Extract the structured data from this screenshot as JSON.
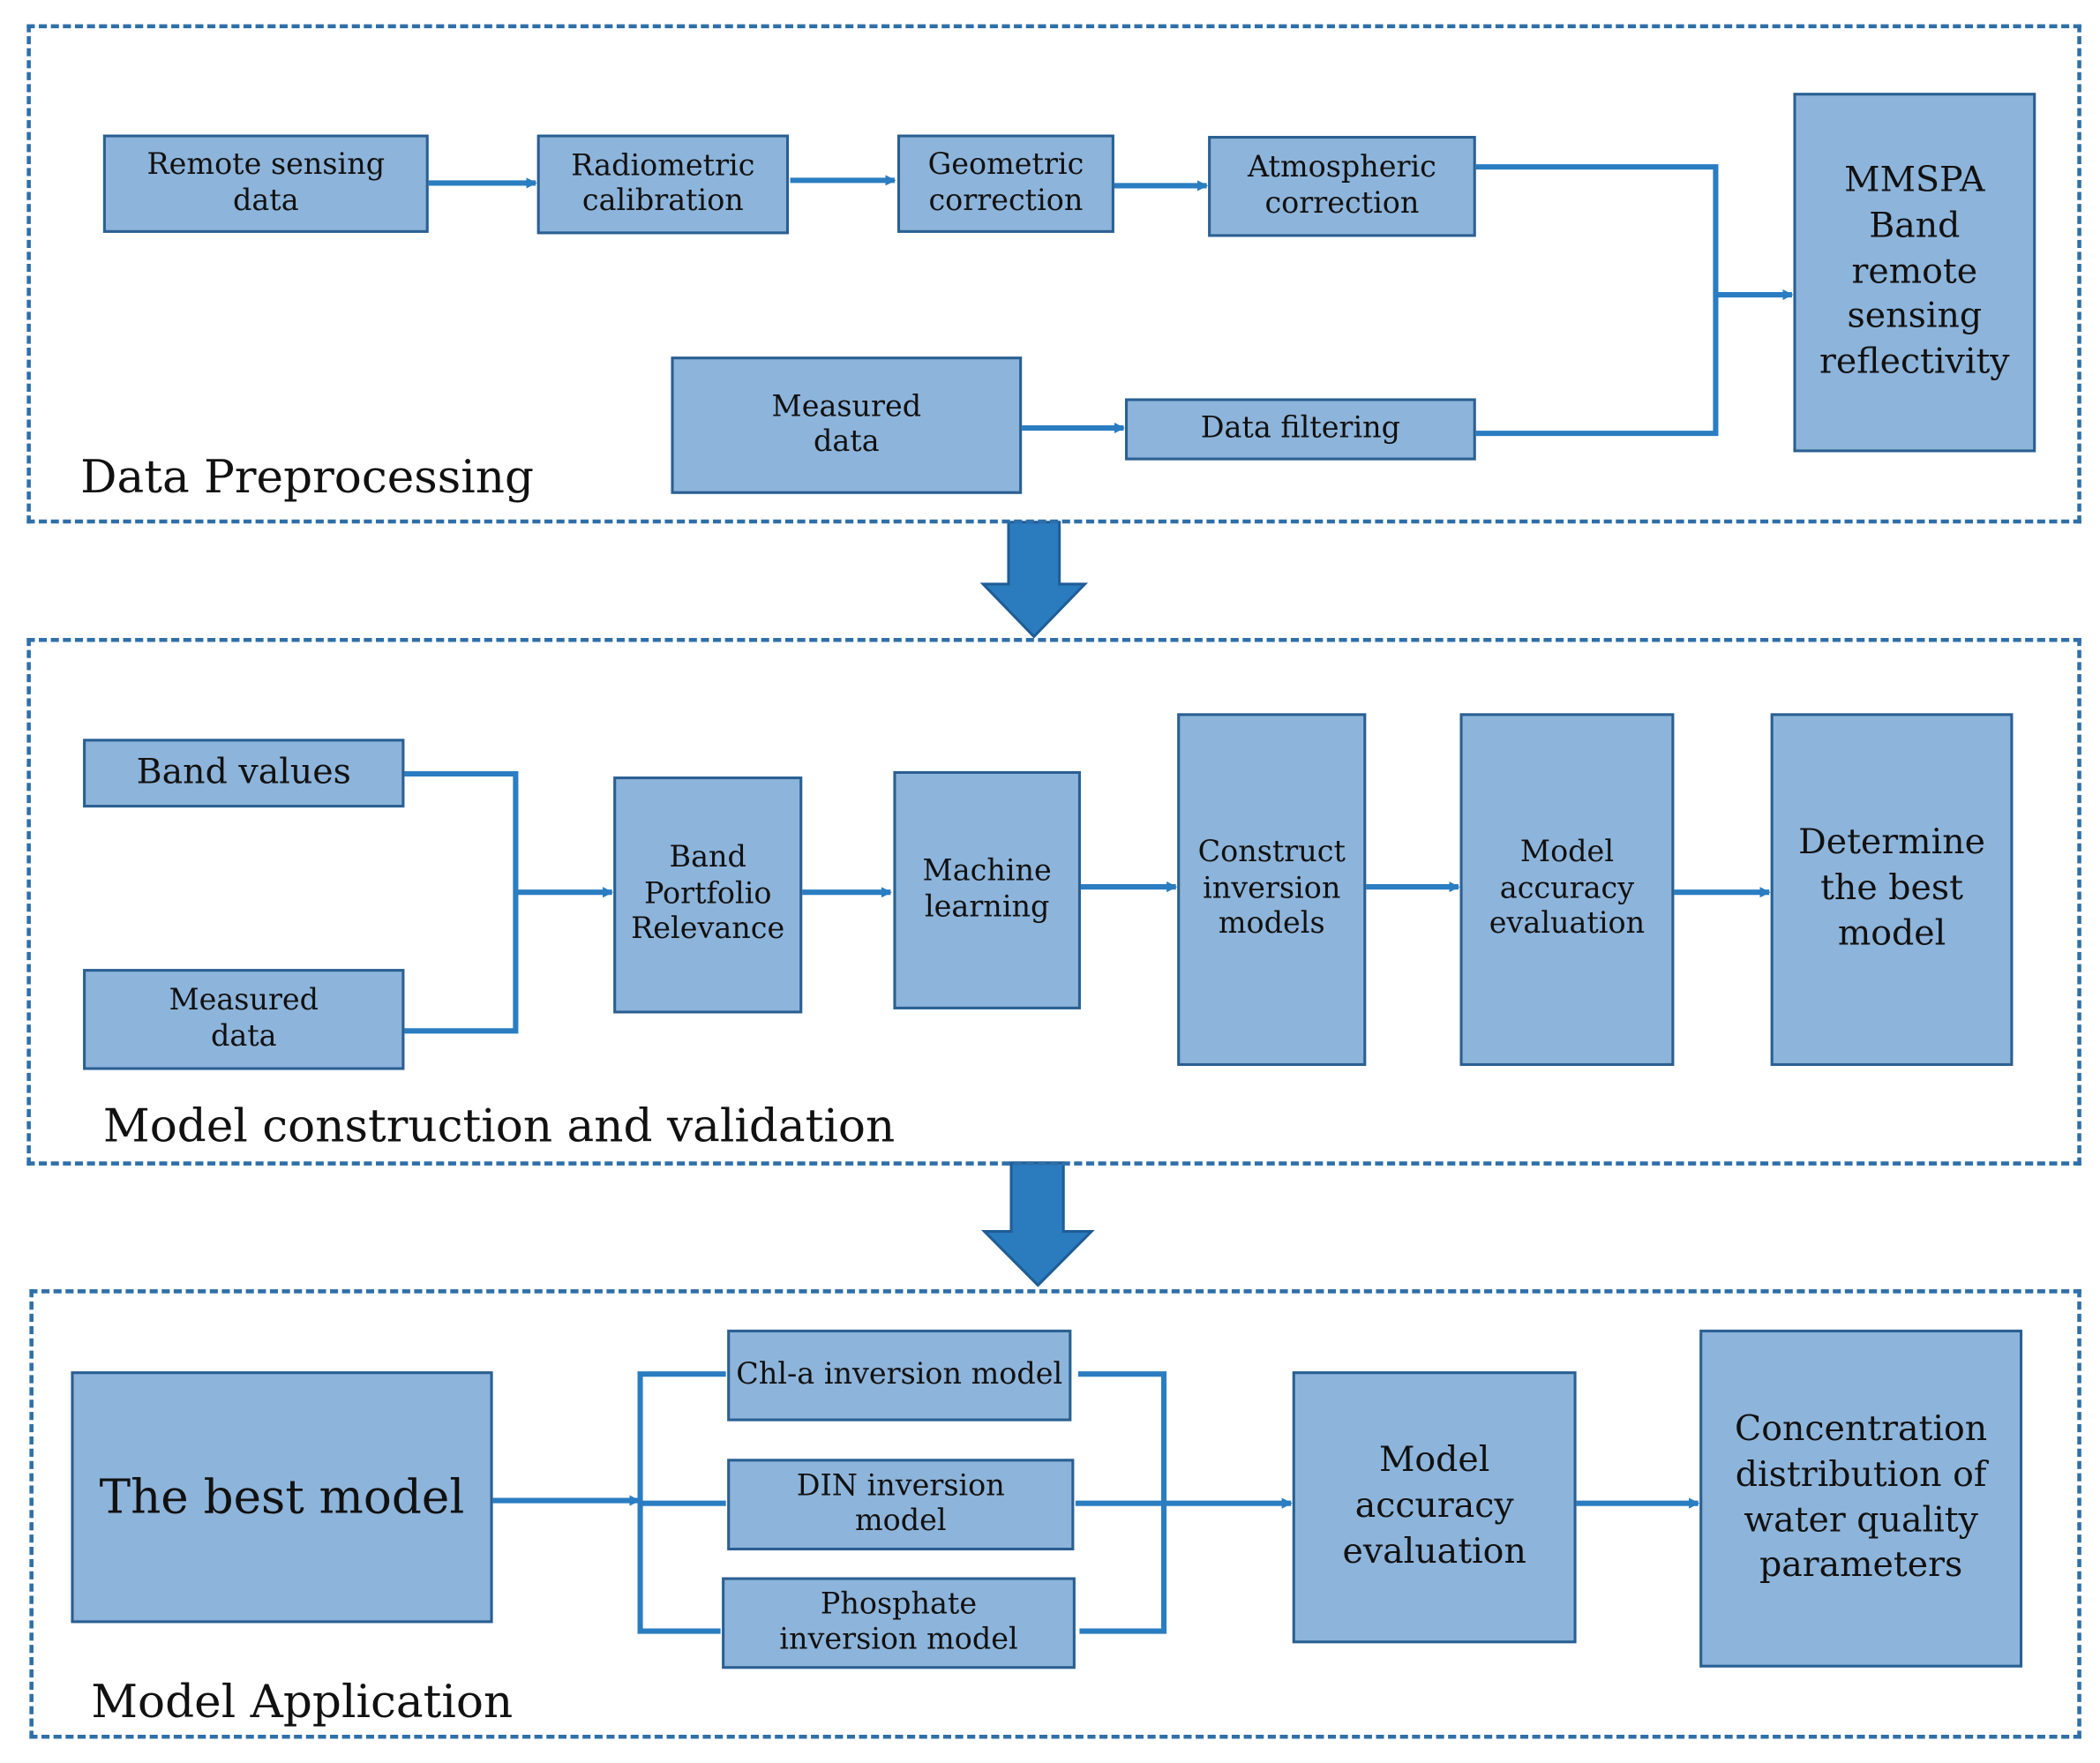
{
  "sections": {
    "preprocessing": {
      "label": "Data Preprocessing",
      "remote_sensing": "Remote sensing data",
      "radiometric": "Radiometric calibration",
      "geometric": "Geometric correction",
      "atmospheric": "Atmospheric correction",
      "measured": "Measured data",
      "filtering": "Data filtering",
      "mmspa": "MMSPA Band remote sensing reflectivity"
    },
    "construction": {
      "label": "Model construction and validation",
      "band_values": "Band values",
      "measured": "Measured data",
      "portfolio": "Band Portfolio Relevance",
      "machine_learning": "Machine learning",
      "construct": "Construct inversion models",
      "accuracy": "Model accuracy evaluation",
      "determine": "Determine the best model"
    },
    "application": {
      "label": "Model Application",
      "best_model": "The best model",
      "chla": "Chl-a inversion model",
      "din": "DIN inversion model",
      "phosphate": "Phosphate inversion model",
      "accuracy": "Model accuracy evaluation",
      "concentration": "Concentration distribution of water quality parameters"
    }
  },
  "colors": {
    "box_fill": "#8db4da",
    "box_border": "#2a5f92",
    "connector": "#2a7dc1",
    "big_arrow": "#2b7bbf",
    "section_border": "#2f6fa8"
  }
}
